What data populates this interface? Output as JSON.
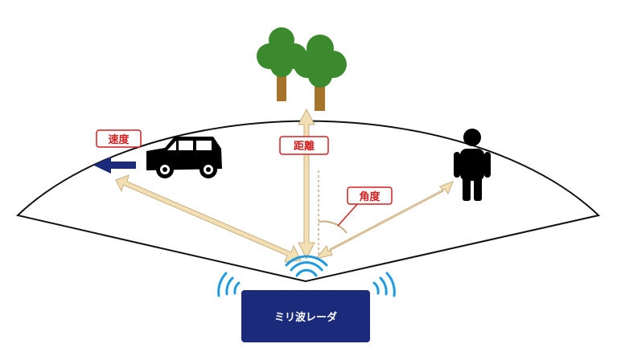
{
  "radar": {
    "label": "ミリ波レーダ",
    "box_color": "#1b2a7a",
    "wave_color": "#1e9be0"
  },
  "labels": {
    "speed": "速度",
    "distance": "距離",
    "angle": "角度"
  },
  "colors": {
    "label_border": "#d41f1f",
    "label_text": "#d41f1f",
    "arrow_fill": "#f3dfb4",
    "arrow_stroke": "#c8ae80",
    "speed_arrow": "#1b2a7a",
    "tree_green": "#3c8a2e",
    "tree_trunk": "#a5742a",
    "silhouette": "#000000",
    "angle_line": "#d41f1f",
    "angle_arc": "#c8ae80"
  },
  "icons": [
    "tree-icon",
    "car-icon",
    "person-icon",
    "left-arrow-icon",
    "radar-wave-icon"
  ]
}
